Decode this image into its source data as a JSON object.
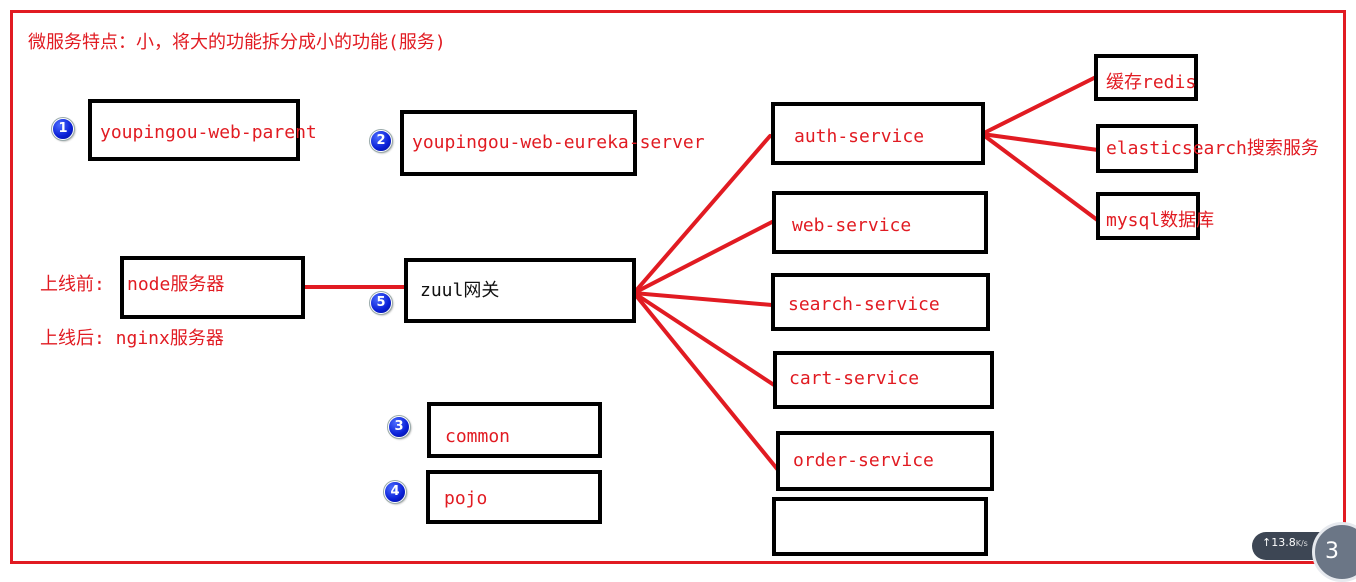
{
  "title": "微服务特点：小，将大的功能拆分成小的功能(服务)",
  "colors": {
    "text": "#e11b22",
    "frame": "#e11b22",
    "box_border": "#000000",
    "badge": "#0a1fd6"
  },
  "nodes": {
    "parent": {
      "label": "youpingou-web-parent",
      "badge": "1"
    },
    "eureka": {
      "label": "youpingou-web-eureka-server",
      "badge": "2"
    },
    "common": {
      "label": "common",
      "badge": "3"
    },
    "pojo": {
      "label": "pojo",
      "badge": "4"
    },
    "zuul": {
      "label": "zuul网关",
      "badge": "5"
    },
    "node_server": {
      "label": "node服务器"
    },
    "auth": {
      "label": "auth-service"
    },
    "web": {
      "label": "web-service"
    },
    "search": {
      "label": "search-service"
    },
    "cart": {
      "label": "cart-service"
    },
    "order": {
      "label": "order-service"
    },
    "empty": {
      "label": ""
    },
    "redis": {
      "label": "缓存redis"
    },
    "es": {
      "label": "elasticsearch搜索服务"
    },
    "mysql": {
      "label": "mysql数据库"
    }
  },
  "notes": {
    "before_launch": "上线前:",
    "after_launch": "上线后: nginx服务器"
  },
  "status": {
    "speed": "13.8",
    "speed_unit": "K/s",
    "badge_text": "3"
  }
}
